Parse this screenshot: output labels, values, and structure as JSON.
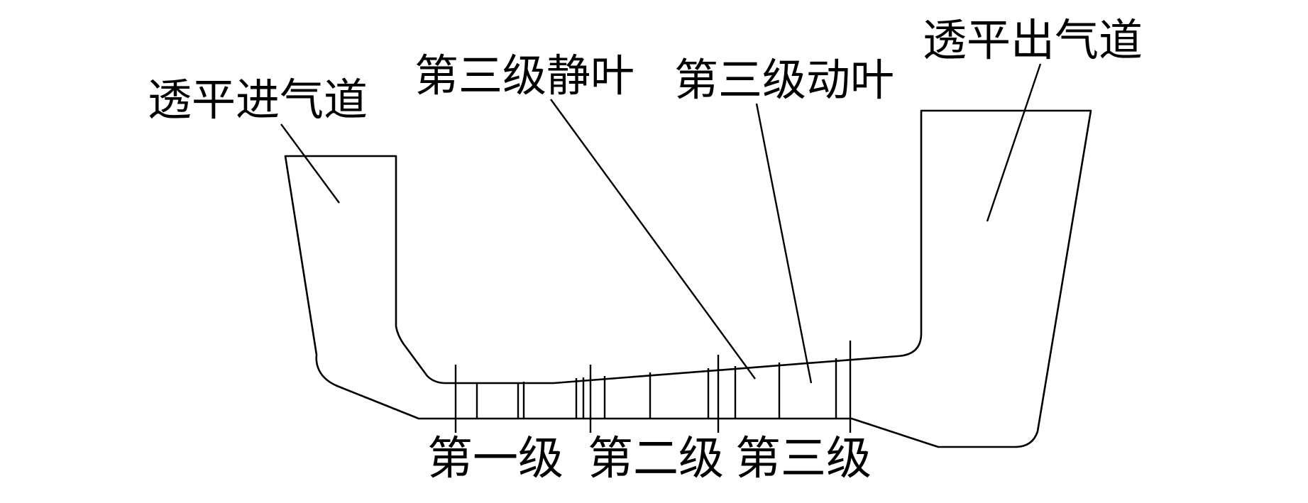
{
  "labels": {
    "inlet_duct": "透平进气道",
    "outlet_duct": "透平出气道",
    "stage3_stator": "第三级静叶",
    "stage3_rotor": "第三级动叶",
    "stage1": "第一级",
    "stage2": "第二级",
    "stage3": "第三级"
  },
  "colors": {
    "line": "#000000",
    "background": "#ffffff"
  }
}
